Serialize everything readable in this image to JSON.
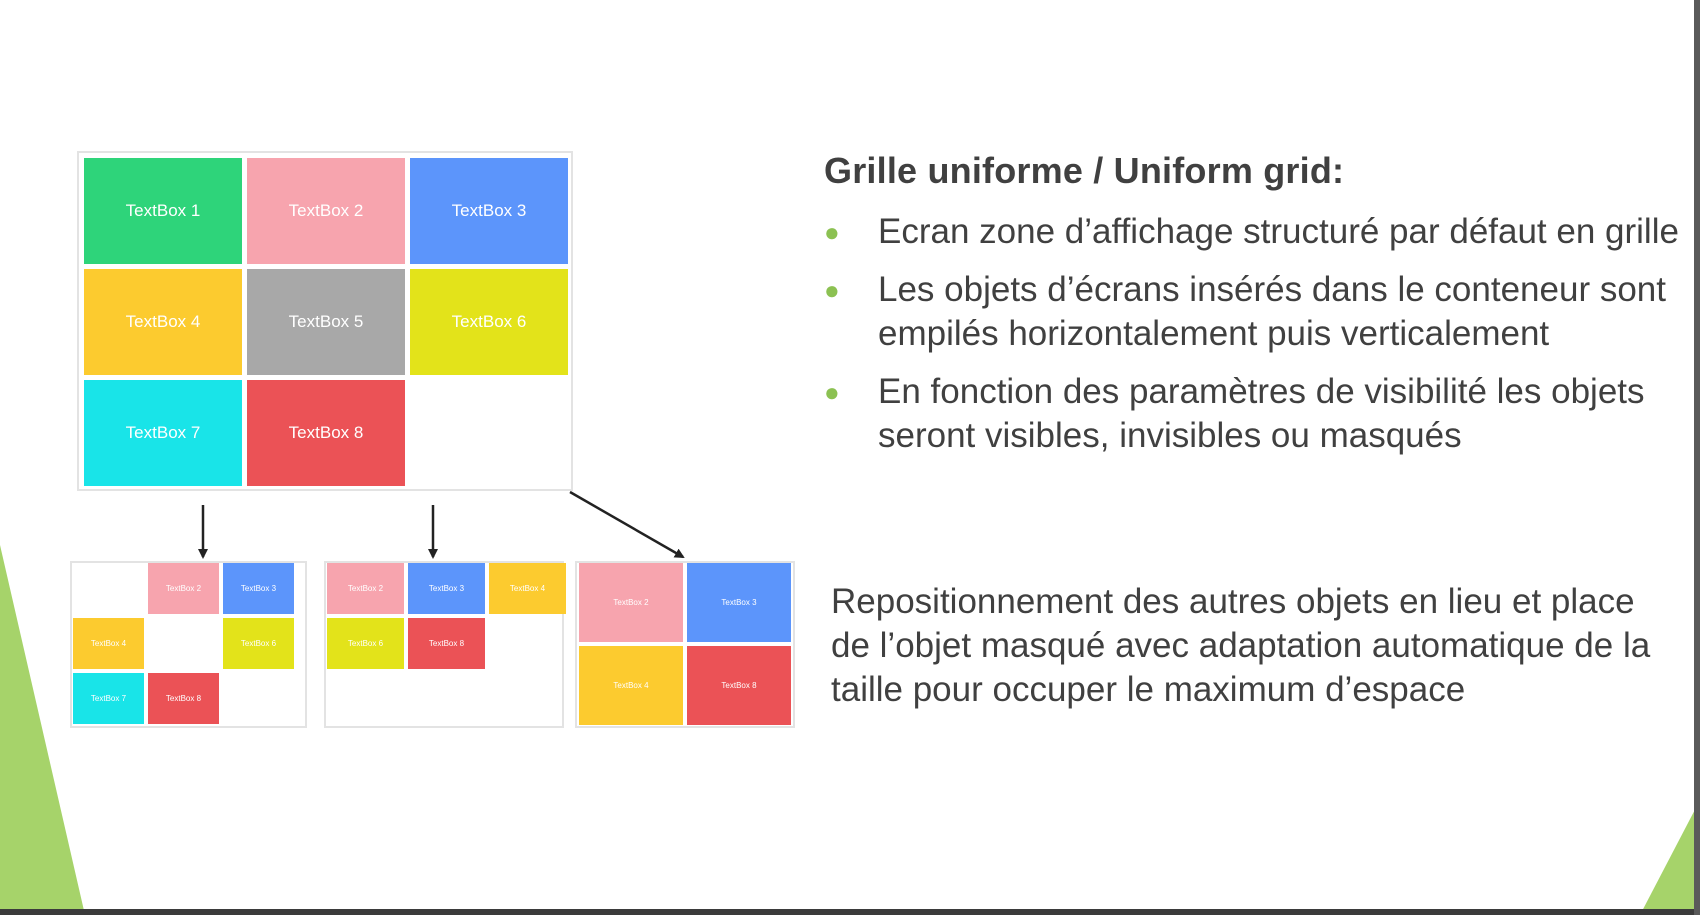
{
  "slide": {
    "title": "Grille uniforme / Uniform grid:",
    "bullets": [
      "Ecran zone d’affichage structuré par défaut en grille",
      "Les objets d’écrans insérés dans le conteneur sont empilés horizontalement puis verticalement",
      "En fonction des paramètres de visibilité les objets seront visibles, invisibles ou masqués"
    ],
    "paragraph": "Repositionnement des autres objets en lieu et place de l’objet masqué avec adaptation automatique de la taille pour occuper le maximum d’espace",
    "bullet_color": "#8cc152",
    "accent_green": "#a6d36a"
  },
  "diagram": {
    "colors": {
      "TextBox 1": "#2ed47a",
      "TextBox 2": "#f7a4ae",
      "TextBox 3": "#5c95fb",
      "TextBox 4": "#fccb2f",
      "TextBox 5": "#a8a8a8",
      "TextBox 6": "#e3e31a",
      "TextBox 7": "#19e4e8",
      "TextBox 8": "#eb5256"
    },
    "main_grid": {
      "name": "grid-main",
      "cols": 3,
      "rows": 3,
      "cells": [
        "TextBox 1",
        "TextBox 2",
        "TextBox 3",
        "TextBox 4",
        "TextBox 5",
        "TextBox 6",
        "TextBox 7",
        "TextBox 8",
        ""
      ]
    },
    "result_grids": [
      {
        "name": "grid-invisible",
        "cols": 3,
        "rows": 3,
        "cells": [
          "",
          "TextBox 2",
          "TextBox 3",
          "TextBox 4",
          "",
          "TextBox 6",
          "TextBox 7",
          "TextBox 8",
          ""
        ]
      },
      {
        "name": "grid-hidden-reflow",
        "cols": 3,
        "rows": 3,
        "cells": [
          "TextBox 2",
          "TextBox 3",
          "TextBox 4",
          "TextBox 6",
          "TextBox 8",
          "",
          "",
          "",
          ""
        ]
      },
      {
        "name": "grid-auto-resize",
        "cols": 2,
        "rows": 2,
        "cells": [
          "TextBox 2",
          "TextBox 3",
          "TextBox 4",
          "TextBox 8"
        ]
      }
    ]
  }
}
